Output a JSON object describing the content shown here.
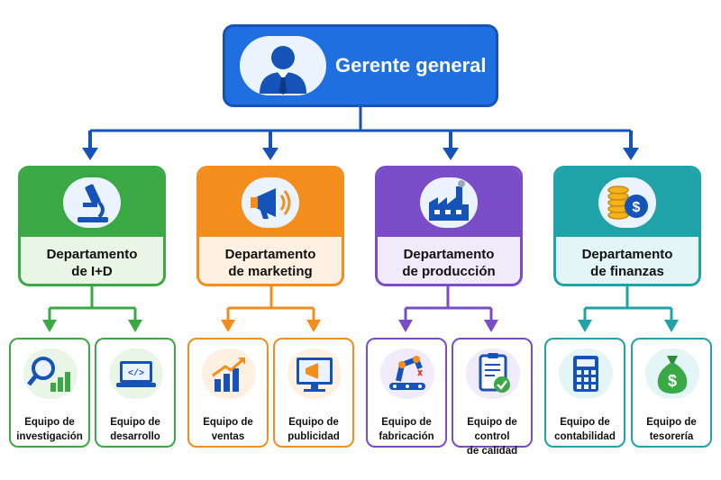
{
  "root": {
    "title": "Gerente general",
    "icon": "manager-icon",
    "color": "#1f6fe0"
  },
  "departments": [
    {
      "line1": "Departamento",
      "line2": "de I+D",
      "icon": "microscope-icon",
      "color": "#3aa845",
      "fill": "#e9f6e6",
      "teams": [
        {
          "line1": "Equipo de",
          "line2": "investigación",
          "icon": "search-chart-icon"
        },
        {
          "line1": "Equipo de",
          "line2": "desarrollo",
          "icon": "code-laptop-icon"
        }
      ]
    },
    {
      "line1": "Departamento",
      "line2": "de marketing",
      "icon": "megaphone-icon",
      "color": "#f38d1b",
      "fill": "#fff1e2",
      "teams": [
        {
          "line1": "Equipo de",
          "line2": "ventas",
          "icon": "growth-chart-icon"
        },
        {
          "line1": "Equipo de",
          "line2": "publicidad",
          "icon": "monitor-megaphone-icon"
        }
      ]
    },
    {
      "line1": "Departamento",
      "line2": "de producción",
      "icon": "factory-icon",
      "color": "#7a4cc7",
      "fill": "#f1eafb",
      "teams": [
        {
          "line1": "Equipo de",
          "line2": "fabricación",
          "icon": "robot-arm-icon"
        },
        {
          "line1": "Equipo de control",
          "line2": "de calidad",
          "icon": "checklist-icon"
        }
      ]
    },
    {
      "line1": "Departamento",
      "line2": "de finanzas",
      "icon": "coins-icon",
      "color": "#1fa3a8",
      "fill": "#e3f5f6",
      "teams": [
        {
          "line1": "Equipo de",
          "line2": "contabilidad",
          "icon": "calculator-icon"
        },
        {
          "line1": "Equipo de",
          "line2": "tesorería",
          "icon": "money-bag-icon"
        }
      ]
    }
  ]
}
